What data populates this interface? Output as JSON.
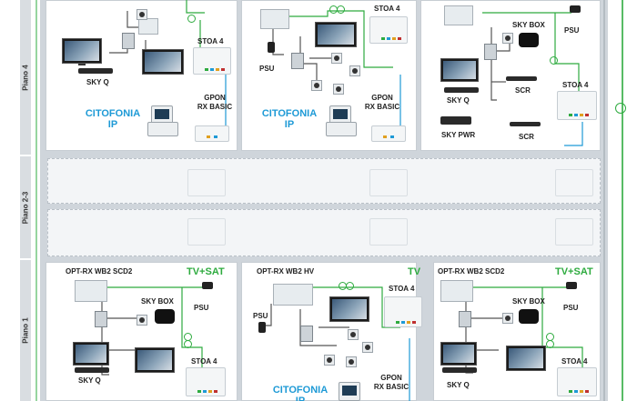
{
  "floors": [
    {
      "id": "piano-4",
      "label": "Piano 4"
    },
    {
      "id": "piano-2-3",
      "label": "Piano 2-3"
    },
    {
      "id": "piano-1",
      "label": "Piano 1"
    }
  ],
  "labels": {
    "sky_q": "SKY Q",
    "stoa_4": "STOA 4",
    "gpon_line1": "GPON",
    "gpon_line2": "RX BASIC",
    "citofonia_line1": "CITOFONIA",
    "citofonia_line2": "IP",
    "psu": "PSU",
    "sky_box": "SKY BOX",
    "scr": "SCR",
    "sky_pwr": "SKY PWR"
  },
  "apartments_piano1": [
    {
      "model": "OPT-RX WB2 SCD2",
      "service": "TV+SAT"
    },
    {
      "model": "OPT-RX WB2 HV",
      "service": "TV"
    },
    {
      "model": "OPT-RX WB2 SCD2",
      "service": "TV+SAT"
    }
  ],
  "colors": {
    "fiber_green": "#2eab3f",
    "coax_blue": "#1e9ad6",
    "citofonia_blue": "#1e9ad6",
    "panel_gray": "#cfd5db"
  }
}
